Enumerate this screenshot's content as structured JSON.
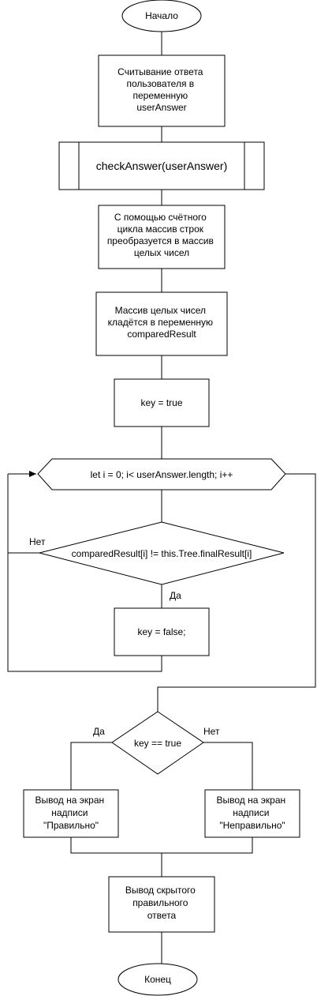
{
  "colors": {
    "stroke": "#000000",
    "fill": "#ffffff",
    "text": "#000000"
  },
  "nodes": {
    "start": "Начало",
    "read_answer": [
      "Считывание ответа",
      "пользователя в",
      "переменную",
      "userAnswer"
    ],
    "check_answer": "checkAnswer(userAnswer)",
    "convert_loop": [
      "С помощью счётного",
      "цикла массив строк",
      "преобразуется в массив",
      "целых чисел"
    ],
    "store_result": [
      "Массив целых чисел",
      "кладётся в переменную",
      "comparedResult"
    ],
    "key_true": "key = true",
    "for_loop": "let i = 0; i< userAnswer.length; i++",
    "compare_condition": "comparedResult[i] != this.Tree.finalResult[i]",
    "key_false": "key = false;",
    "key_check": "key == true",
    "output_correct": [
      "Вывод на экран",
      "надписи",
      "\"Правильно\""
    ],
    "output_incorrect": [
      "Вывод на экран",
      "надписи",
      "\"Неправильно\""
    ],
    "output_hidden": [
      "Вывод скрытого",
      "правильного",
      "ответа"
    ],
    "end": "Конец"
  },
  "labels": {
    "compare_no": "Нет",
    "compare_yes": "Да",
    "key_yes": "Да",
    "key_no": "Нет"
  }
}
